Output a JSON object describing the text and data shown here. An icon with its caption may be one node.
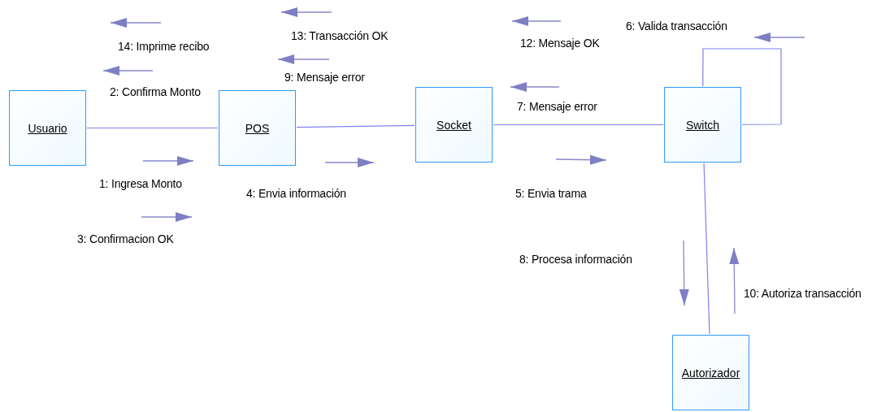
{
  "diagram": {
    "nodes": [
      {
        "text": [
          "Usuario"
        ]
      },
      {
        "text": [
          "POS"
        ]
      },
      {
        "text": [
          "Socket"
        ]
      },
      {
        "text": [
          "Switch"
        ]
      },
      {
        "text": [
          "Autorizador"
        ]
      }
    ],
    "edges": [
      {
        "from": 0,
        "to": 1,
        "arrow": "none"
      },
      {
        "from": 1,
        "to": 2,
        "arrow": "none"
      },
      {
        "from": 2,
        "to": 3,
        "arrow": "none"
      },
      {
        "from": 3,
        "to": 3,
        "arrow": "none"
      },
      {
        "from": 3,
        "to": 4,
        "arrow": "none"
      }
    ],
    "labels": [
      "6: Valida transacción",
      "13: Transacción OK",
      "12: Mensaje OK",
      "14: Imprime recibo",
      "9: Mensaje error",
      "2: Confirma Monto",
      "7: Mensaje error",
      "1: Ingresa Monto",
      "4: Envia información",
      "5: Envia trama",
      "3: Confirmacion OK",
      "8: Procesa información",
      "10: Autoriza transacción"
    ]
  }
}
